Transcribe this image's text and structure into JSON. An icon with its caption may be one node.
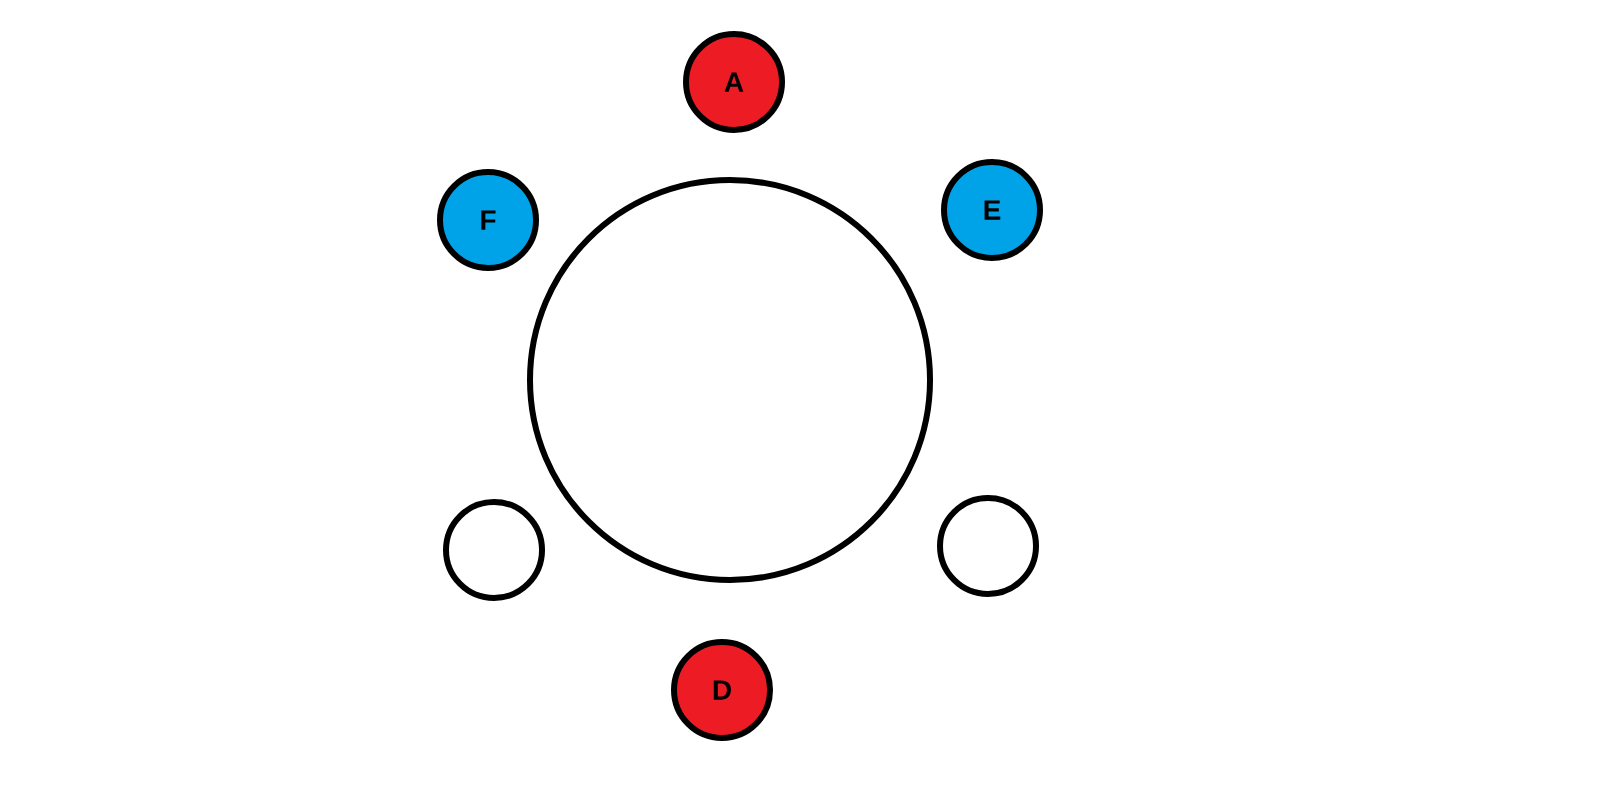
{
  "diagram": {
    "nodes": [
      {
        "text": [
          "A"
        ]
      },
      {
        "text": [
          "F"
        ]
      },
      {
        "text": [
          "E"
        ]
      },
      {
        "text": [],
        "shape": "circle"
      },
      {
        "text": [],
        "shape": "circle"
      },
      {
        "text": [],
        "shape": "circle"
      },
      {
        "text": [
          "D"
        ]
      }
    ]
  }
}
